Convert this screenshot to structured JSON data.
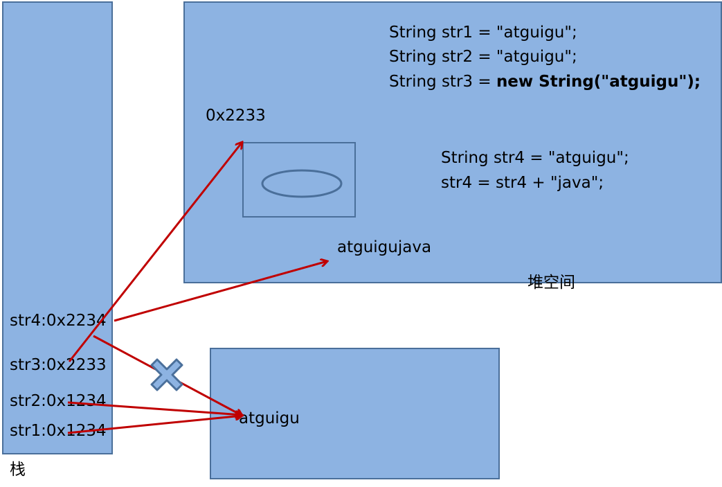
{
  "colors": {
    "box_fill": "#8db3e2",
    "box_border": "#4a6f9a",
    "arrow": "#c00000",
    "x_mark_fill": "#8db3e2",
    "x_mark_stroke": "#4a6f9a"
  },
  "stack": {
    "label": "栈",
    "entries": [
      {
        "text": "str4:0x2234"
      },
      {
        "text": "str3:0x2233"
      },
      {
        "text": "str2:0x1234"
      },
      {
        "text": "str1:0x1234"
      }
    ]
  },
  "heap": {
    "label": "堆空间",
    "code_block_1": {
      "line1": "String str1 = \"atguigu\";",
      "line2": "String str2 = \"atguigu\";",
      "line3_prefix": "String str3 = ",
      "line3_bold": "new String(\"atguigu\");"
    },
    "code_block_2": {
      "line1": "String str4 = \"atguigu\";",
      "line2": "str4 = str4 + \"java\";"
    },
    "object_address": "0x2233",
    "concat_result": "atguigujava"
  },
  "constant_pool": {
    "value": "atguigu"
  }
}
